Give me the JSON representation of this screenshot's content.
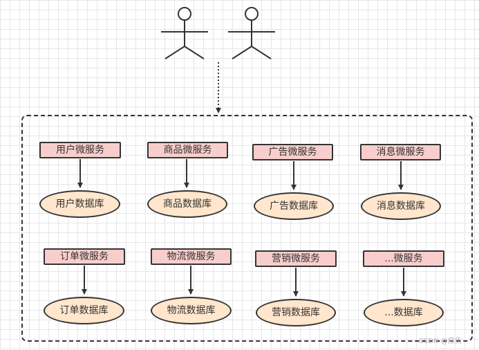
{
  "diagram": {
    "actors": [
      {},
      {}
    ],
    "services": [
      {
        "service": "用户微服务",
        "database": "用户数据库"
      },
      {
        "service": "商品微服务",
        "database": "商品数据库"
      },
      {
        "service": "广告微服务",
        "database": "广告数据库"
      },
      {
        "service": "消息微服务",
        "database": "消息数据库"
      },
      {
        "service": "订单微服务",
        "database": "订单数据库"
      },
      {
        "service": "物流微服务",
        "database": "物流数据库"
      },
      {
        "service": "营销微服务",
        "database": "营销数据库"
      },
      {
        "service": "...微服务",
        "database": "...数据库"
      }
    ]
  },
  "watermark": "CSDN @应氏",
  "colors": {
    "service_fill": "#f8cecc",
    "database_fill": "#ffe6cc",
    "stroke": "#333333",
    "grid": "#e6e6e6"
  }
}
